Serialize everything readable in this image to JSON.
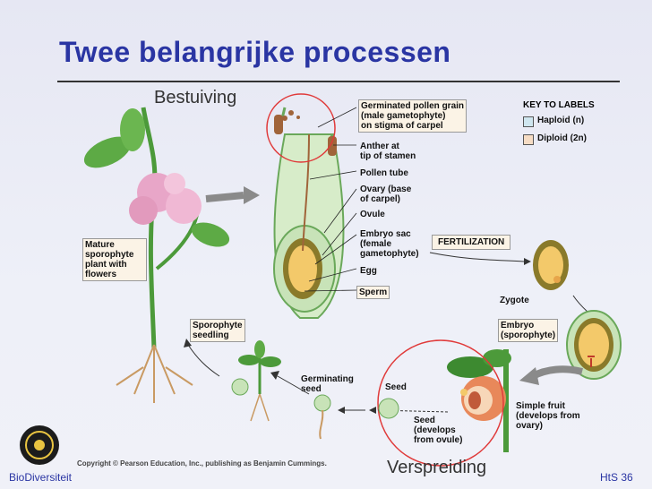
{
  "slide": {
    "title": "Twee belangrijke processen",
    "label_bestuiving": "Bestuiving",
    "label_verspreiding": "Verspreiding",
    "footer_left": "BioDiversiteit",
    "footer_right": "HtS  36",
    "copyright": "Copyright © Pearson Education, Inc., publishing as Benjamin Cummings."
  },
  "key": {
    "title": "KEY TO LABELS",
    "haploid": "Haploid (n)",
    "diploid": "Diploid (2n)",
    "haploid_color": "#cfe6ef",
    "diploid_color": "#f6dcc4"
  },
  "labels": {
    "germinated_pollen": "Germinated pollen grain\n(male gametophyte)\non stigma of carpel",
    "anther": "Anther at\ntip of stamen",
    "pollen_tube": "Pollen tube",
    "ovary": "Ovary (base\nof carpel)",
    "ovule": "Ovule",
    "embryo_sac": "Embryo sac\n(female\ngametophyte)",
    "egg": "Egg",
    "sperm": "Sperm",
    "fertilization": "FERTILIZATION",
    "zygote": "Zygote",
    "embryo": "Embryo\n(sporophyte)",
    "simple_fruit": "Simple fruit\n(develops from\novary)",
    "seed_develops": "Seed\n(develops\nfrom ovule)",
    "seed": "Seed",
    "germinating_seed": "Germinating\nseed",
    "sporophyte_seedling": "Sporophyte\nseedling",
    "mature_sporophyte": "Mature\nsporophyte\nplant with\nflowers"
  }
}
